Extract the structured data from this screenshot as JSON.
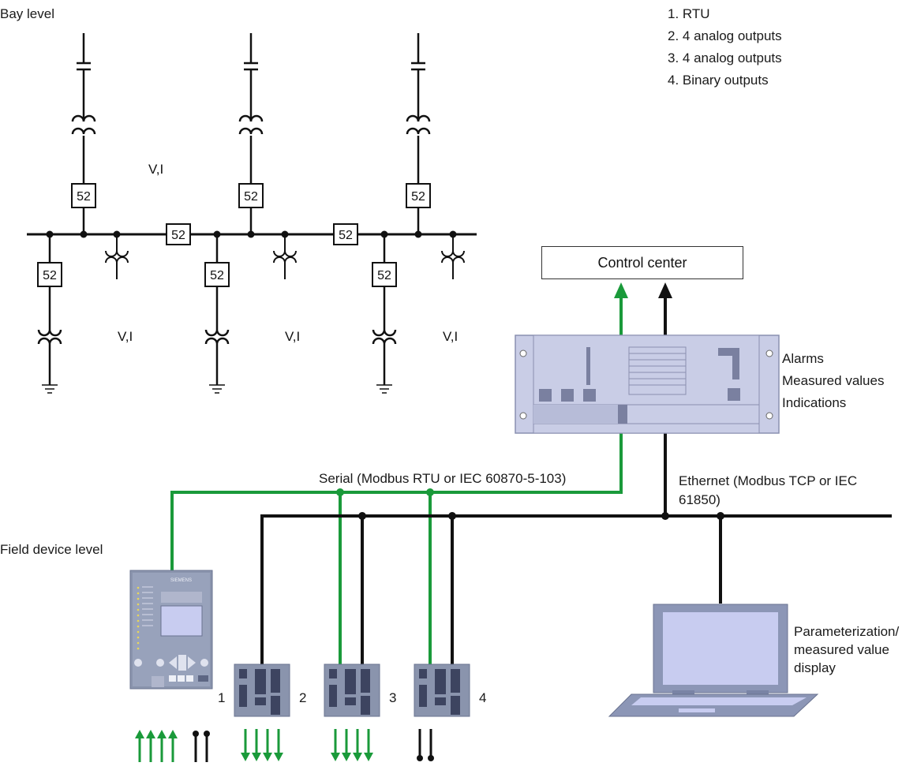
{
  "headings": {
    "bay_level": "Bay level",
    "field_device_level": "Field device level"
  },
  "legend": [
    "1.  RTU",
    "2.  4 analog outputs",
    "3.  4 analog outputs",
    "4.  Binary outputs"
  ],
  "breaker_label": "52",
  "vi_label": "V,I",
  "control_center": "Control center",
  "rtu_outputs": [
    "Alarms",
    "Measured values",
    "Indications"
  ],
  "serial_label": "Serial (Modbus RTU or IEC 60870-5-103)",
  "ethernet_label_1": "Ethernet (Modbus TCP or IEC",
  "ethernet_label_2": "61850)",
  "device_numbers": [
    "1",
    "2",
    "3",
    "4"
  ],
  "laptop_label_1": "Parameterization/",
  "laptop_label_2": "measured value",
  "laptop_label_3": "display",
  "relay_brand": "SIEMENS",
  "colors": {
    "serial": "#1a9a3a",
    "ethernet": "#111111",
    "device": "#8a94ad",
    "rtu_panel": "#c9cde6",
    "laptop": "#8c96b6",
    "screen": "#c8ccf0"
  }
}
